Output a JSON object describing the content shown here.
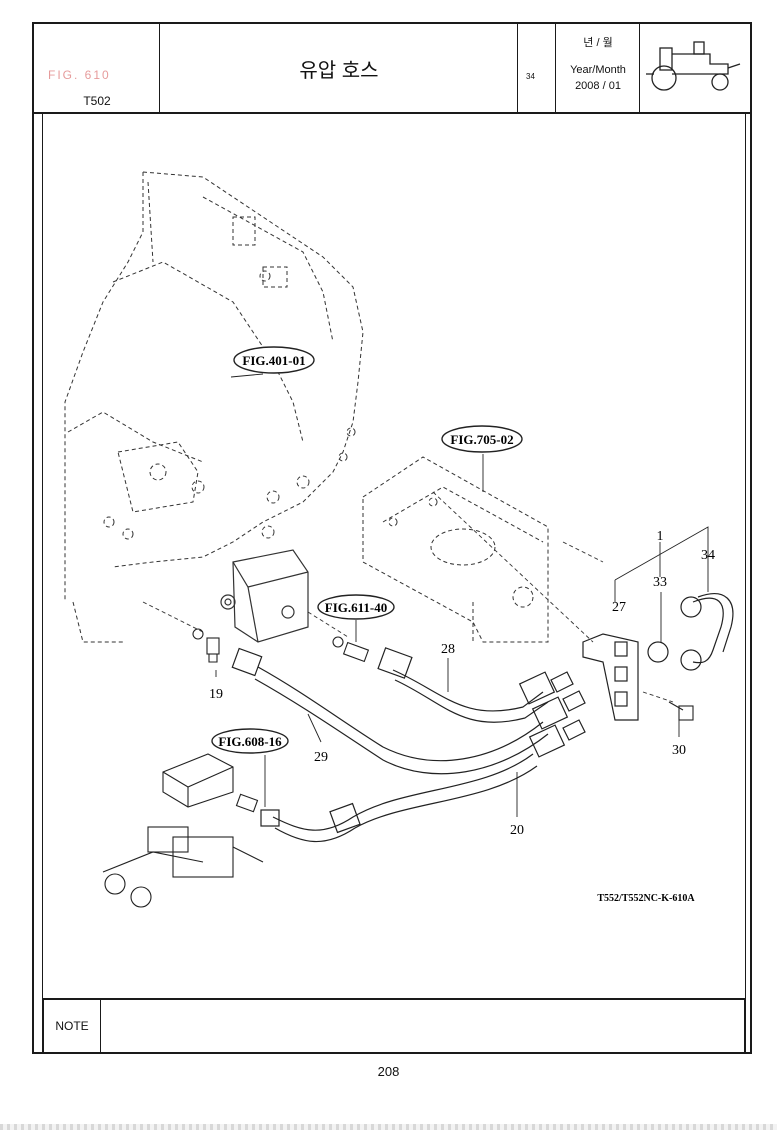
{
  "header": {
    "model": "T502",
    "figure_code_faint": "FIG. 610",
    "title": "유압 호스",
    "year_month_korean": "년 / 월",
    "year_month_label": "Year/Month",
    "year_month_value": "2008 / 01",
    "mini_mark": "34",
    "logo_icon": "tractor-icon"
  },
  "diagram": {
    "figure_refs": {
      "transmission": "FIG.401-01",
      "bracket": "FIG.705-02",
      "fitting": "FIG.611-40",
      "valve": "FIG.608-16"
    },
    "callouts": {
      "p1": "1",
      "p34": "34",
      "p33": "33",
      "p27": "27",
      "p28": "28",
      "p19": "19",
      "p29": "29",
      "p30": "30",
      "p20": "20"
    },
    "drawing_code": "T552/T552NC-K-610A"
  },
  "note": {
    "label": "NOTE",
    "text": ""
  },
  "page_number": "208"
}
